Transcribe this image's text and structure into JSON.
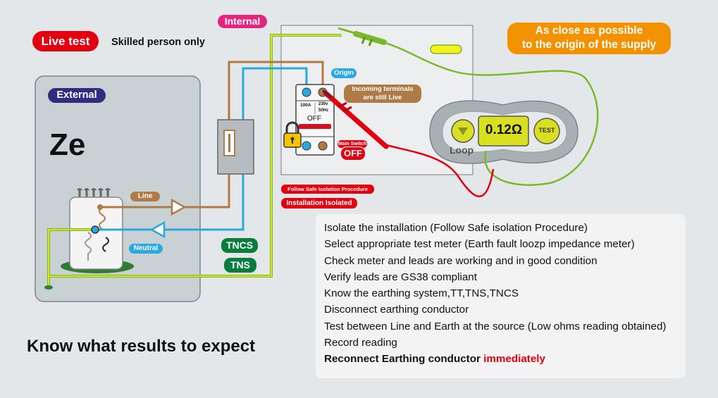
{
  "labels": {
    "live_test": "Live test",
    "skilled": "Skilled person only",
    "internal": "Internal",
    "external": "External",
    "ze": "Ze",
    "as_close_line1": "As close as possible",
    "as_close_line2": "to the origin of the supply",
    "line": "Line",
    "neutral": "Neutral",
    "origin": "Origin",
    "incoming_line1": "Incoming terminals",
    "incoming_line2": "are still Live",
    "main_switch": "Main Switch",
    "off": "OFF",
    "breaker_rating": "100A",
    "breaker_voltage": "230v",
    "breaker_freq": "50Hz",
    "follow_safe": "Follow Safe Isolation Procedure",
    "installation_isolated": "Installation Isolated",
    "tncs": "TNCS",
    "tns": "TNS",
    "meter_reading": "0.12Ω",
    "meter_loop": "Loop",
    "meter_test": "TEST",
    "know_results": "Know what results to expect"
  },
  "steps": [
    "Isolate the installation (Follow Safe isolation Procedure)",
    "Select appropriate test meter (Earth fault loozp impedance meter)",
    "Check meter and leads are working and in good condition",
    "Verify leads are GS38 compliant",
    "Know the earthing system,TT,TNS,TNCS",
    "Disconnect earthing conductor",
    "Test between Line and Earth at the source (Low ohms reading obtained)",
    "Record reading"
  ],
  "final_step": {
    "prefix": "Reconnect Earthing conductor ",
    "emphasis": "immediately"
  },
  "colors": {
    "background": "#e4e7e9",
    "live_red": "#e3000f",
    "internal_pink": "#e2257d",
    "external_navy": "#2e2d7f",
    "orange": "#f39200",
    "line_brown": "#b07a47",
    "neutral_blue": "#29a9e0",
    "earth_green": "#7ab929",
    "earth_yellow": "#f4f11e",
    "tn_green": "#0a7d3e",
    "meter_screen": "#d9e021"
  }
}
